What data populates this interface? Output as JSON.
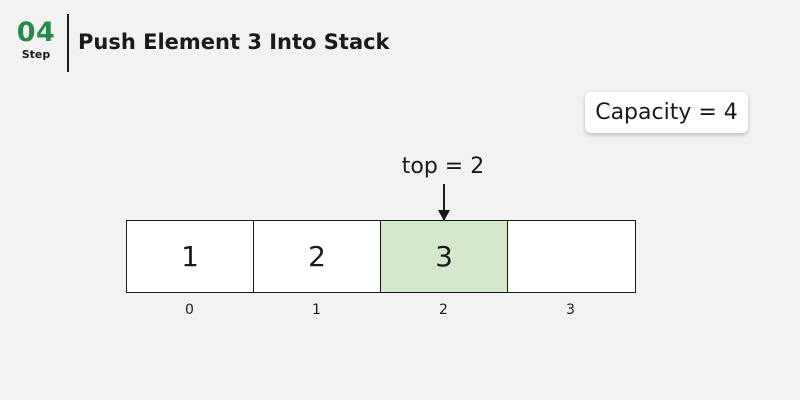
{
  "header": {
    "step_number": "04",
    "step_label": "Step",
    "title": "Push Element 3 Into Stack"
  },
  "capacity": {
    "label": "Capacity = 4"
  },
  "pointer": {
    "label": "top = 2",
    "points_to_index": 2
  },
  "stack": {
    "cells": [
      {
        "value": "1",
        "index": "0",
        "highlighted": false
      },
      {
        "value": "2",
        "index": "1",
        "highlighted": false
      },
      {
        "value": "3",
        "index": "2",
        "highlighted": true
      },
      {
        "value": "",
        "index": "3",
        "highlighted": false
      }
    ]
  },
  "colors": {
    "accent_green": "#2a8a4e",
    "highlight_fill": "#d4e9cc",
    "background": "#f2f2f2"
  }
}
